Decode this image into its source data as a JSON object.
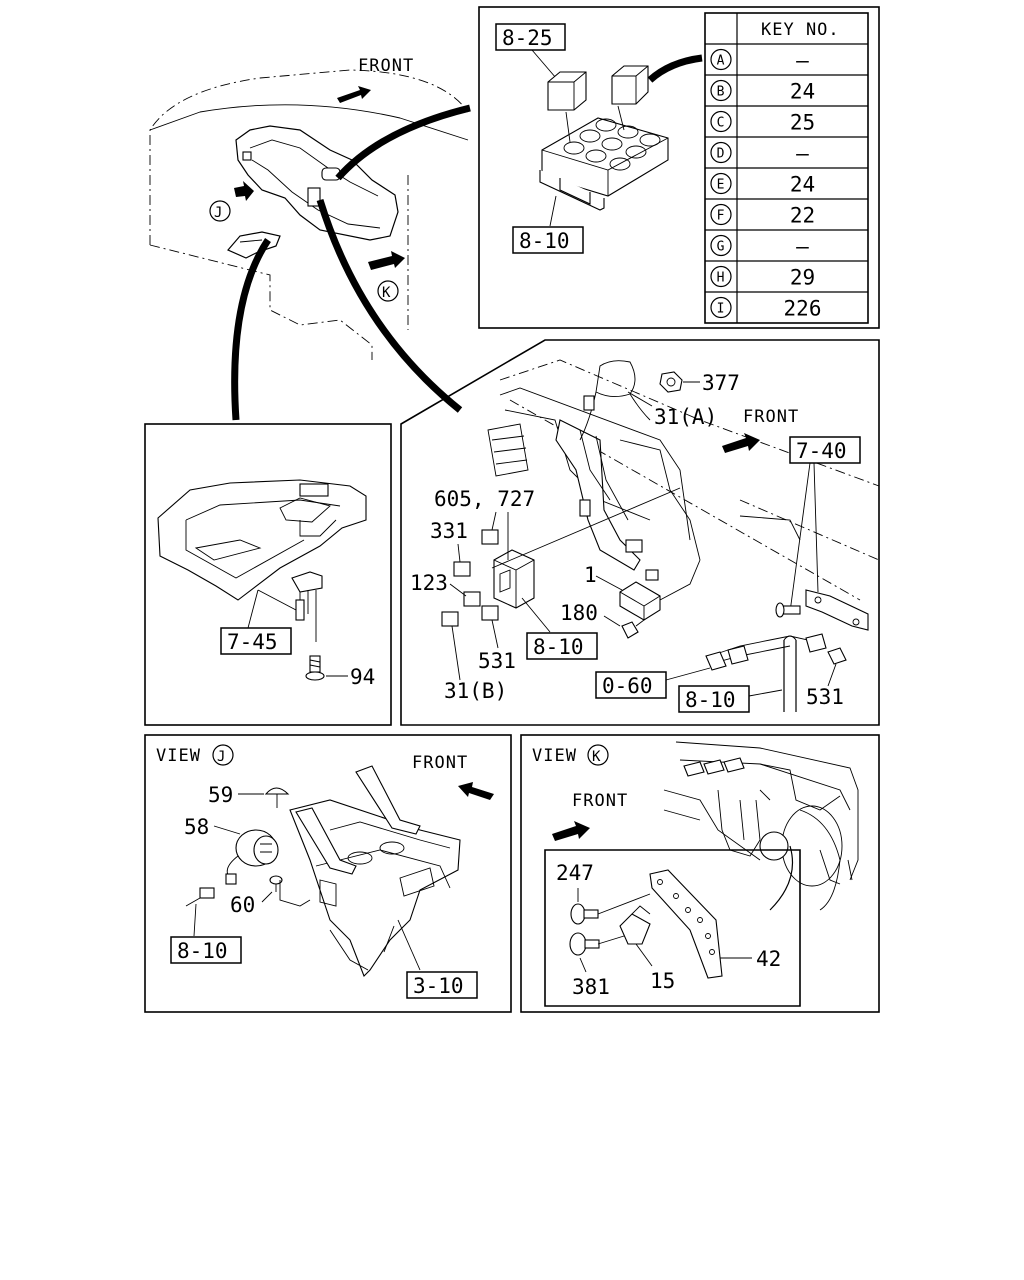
{
  "top": {
    "front_label": "FRONT",
    "markers": {
      "j": "J",
      "k": "K"
    }
  },
  "key_table": {
    "header": "KEY NO.",
    "rows": [
      {
        "key": "A",
        "value": "—"
      },
      {
        "key": "B",
        "value": "24"
      },
      {
        "key": "C",
        "value": "25"
      },
      {
        "key": "D",
        "value": "—"
      },
      {
        "key": "E",
        "value": "24"
      },
      {
        "key": "F",
        "value": "22"
      },
      {
        "key": "G",
        "value": "—"
      },
      {
        "key": "H",
        "value": "29"
      },
      {
        "key": "I",
        "value": "226"
      }
    ],
    "ref_relay": "8-25",
    "ref_block": "8-10"
  },
  "left_panel": {
    "ref_box": "7-45",
    "part_bolt": "94"
  },
  "main_panel": {
    "front_label": "FRONT",
    "ref_bracket": "7-40",
    "ref_relay_block": "8-10",
    "ref_connector": "0-60",
    "ref_harness": "8-10",
    "parts": {
      "nut": "377",
      "relay_a": "31(A)",
      "relay_group": "605, 727",
      "relay_331": "331",
      "relay_123": "123",
      "unit_1": "1",
      "clip_180": "180",
      "relay_531": "531",
      "relay_b": "31(B)",
      "clip_531": "531"
    }
  },
  "view_j": {
    "title": "VIEW",
    "marker": "J",
    "front_label": "FRONT",
    "parts": {
      "p59": "59",
      "p58": "58",
      "p60": "60"
    },
    "ref_harness": "8-10",
    "ref_bracket": "3-10"
  },
  "view_k": {
    "title": "VIEW",
    "marker": "K",
    "front_label": "FRONT",
    "parts": {
      "p247": "247",
      "p381": "381",
      "p15": "15",
      "p42": "42"
    }
  }
}
